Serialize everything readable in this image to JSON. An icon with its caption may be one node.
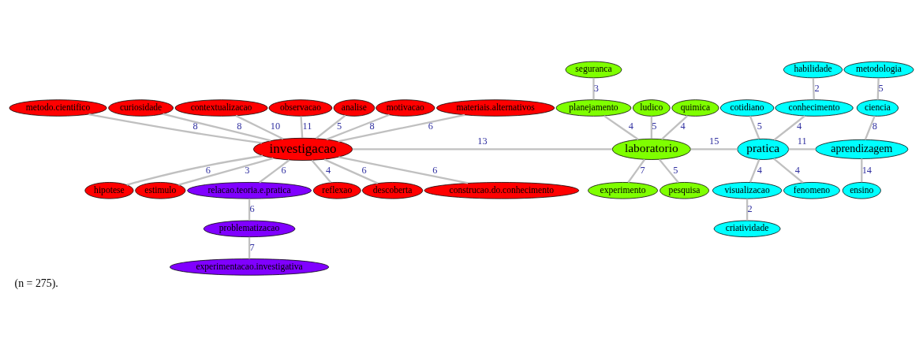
{
  "diagram": {
    "caption": "(n = 275).",
    "nodes": [
      {
        "text": [
          "metodo.cientifico"
        ]
      },
      {
        "text": [
          "curiosidade"
        ]
      },
      {
        "text": [
          "contextualizacao"
        ]
      },
      {
        "text": [
          "observacao"
        ]
      },
      {
        "text": [
          "analise"
        ]
      },
      {
        "text": [
          "motivacao"
        ]
      },
      {
        "text": [
          "materiais.alternativos"
        ]
      },
      {
        "text": [
          "hipotese"
        ]
      },
      {
        "text": [
          "investigacao"
        ]
      },
      {
        "text": [
          "estimulo"
        ]
      },
      {
        "text": [
          "relacao.teoria.e.pratica"
        ]
      },
      {
        "text": [
          "problematizacao"
        ]
      },
      {
        "text": [
          "reflexao"
        ]
      },
      {
        "text": [
          "descoberta"
        ]
      },
      {
        "text": [
          "construcao.do.conhecimento"
        ]
      },
      {
        "text": [
          "experimentacao.investigativa"
        ]
      },
      {
        "text": [
          "seguranca"
        ]
      },
      {
        "text": [
          "planejamento"
        ]
      },
      {
        "text": [
          "ludico"
        ]
      },
      {
        "text": [
          "quimica"
        ]
      },
      {
        "text": [
          "laboratorio"
        ]
      },
      {
        "text": [
          "experimento"
        ]
      },
      {
        "text": [
          "pesquisa"
        ]
      },
      {
        "text": [
          "habilidade"
        ]
      },
      {
        "text": [
          "cotidiano"
        ]
      },
      {
        "text": [
          "conhecimento"
        ]
      },
      {
        "text": [
          "metodologia"
        ]
      },
      {
        "text": [
          "ciencia"
        ]
      },
      {
        "text": [
          "pratica"
        ]
      },
      {
        "text": [
          "aprendizagem"
        ]
      },
      {
        "text": [
          "visualizacao"
        ]
      },
      {
        "text": [
          "fenomeno"
        ]
      },
      {
        "text": [
          "criatividade"
        ]
      },
      {
        "text": [
          "ensino"
        ]
      }
    ],
    "edges": [
      {
        "from": 0,
        "to": 8,
        "arrow": "none",
        "label": "8"
      },
      {
        "from": 1,
        "to": 8,
        "arrow": "none",
        "label": "8"
      },
      {
        "from": 2,
        "to": 8,
        "arrow": "none",
        "label": "10"
      },
      {
        "from": 3,
        "to": 8,
        "arrow": "none",
        "label": "11"
      },
      {
        "from": 4,
        "to": 8,
        "arrow": "none",
        "label": "5"
      },
      {
        "from": 5,
        "to": 8,
        "arrow": "none",
        "label": "8"
      },
      {
        "from": 6,
        "to": 8,
        "arrow": "none",
        "label": "6"
      },
      {
        "from": 8,
        "to": 7,
        "arrow": "none",
        "label": "6"
      },
      {
        "from": 8,
        "to": 9,
        "arrow": "none",
        "label": "3"
      },
      {
        "from": 8,
        "to": 10,
        "arrow": "none",
        "label": "6"
      },
      {
        "from": 10,
        "to": 11,
        "arrow": "none",
        "label": "6"
      },
      {
        "from": 11,
        "to": 15,
        "arrow": "none",
        "label": "7"
      },
      {
        "from": 8,
        "to": 12,
        "arrow": "none",
        "label": "4"
      },
      {
        "from": 8,
        "to": 14,
        "arrow": "none",
        "label": "6"
      },
      {
        "from": 8,
        "to": 13,
        "arrow": "none",
        "label": "6"
      },
      {
        "from": 8,
        "to": 20,
        "arrow": "none",
        "label": "13"
      },
      {
        "from": 16,
        "to": 17,
        "arrow": "none",
        "label": "3"
      },
      {
        "from": 17,
        "to": 20,
        "arrow": "none",
        "label": "4"
      },
      {
        "from": 18,
        "to": 20,
        "arrow": "none",
        "label": "5"
      },
      {
        "from": 19,
        "to": 20,
        "arrow": "none",
        "label": "4"
      },
      {
        "from": 20,
        "to": 21,
        "arrow": "none",
        "label": "7"
      },
      {
        "from": 20,
        "to": 22,
        "arrow": "none",
        "label": "5"
      },
      {
        "from": 20,
        "to": 28,
        "arrow": "none",
        "label": "15"
      },
      {
        "from": 24,
        "to": 28,
        "arrow": "none",
        "label": "5"
      },
      {
        "from": 23,
        "to": 25,
        "arrow": "none",
        "label": "2"
      },
      {
        "from": 25,
        "to": 28,
        "arrow": "none",
        "label": "4"
      },
      {
        "from": 28,
        "to": 30,
        "arrow": "none",
        "label": "4"
      },
      {
        "from": 30,
        "to": 32,
        "arrow": "none",
        "label": "2"
      },
      {
        "from": 28,
        "to": 31,
        "arrow": "none",
        "label": "4"
      },
      {
        "from": 28,
        "to": 29,
        "arrow": "none",
        "label": "11"
      },
      {
        "from": 26,
        "to": 27,
        "arrow": "none",
        "label": "5"
      },
      {
        "from": 27,
        "to": 29,
        "arrow": "none",
        "label": "8"
      },
      {
        "from": 29,
        "to": 33,
        "arrow": "none",
        "label": "14"
      }
    ]
  }
}
